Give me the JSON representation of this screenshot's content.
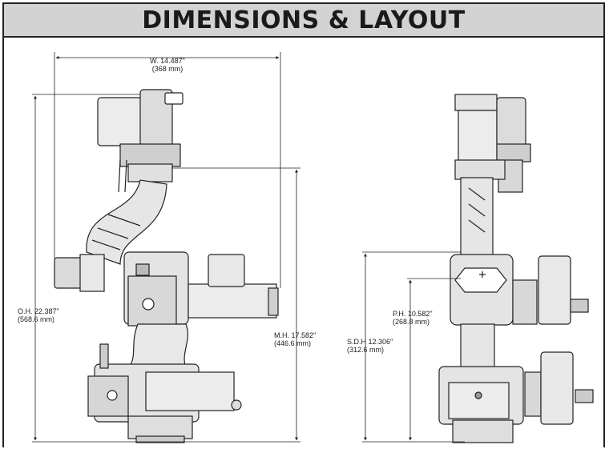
{
  "title": "DIMENSIONS & LAYOUT",
  "dimensions": {
    "width": {
      "imperial": "W. 14.487\"",
      "metric": "(368 mm)"
    },
    "overall_height": {
      "imperial": "O.H. 22.387\"",
      "metric": "(568.6 mm)"
    },
    "mount_height": {
      "imperial": "M.H. 17.582\"",
      "metric": "(446.6 mm)"
    },
    "pivot_height": {
      "imperial": "P.H. 10.582\"",
      "metric": "(268.8 mm)"
    },
    "sdh": {
      "imperial": "S.D.H 12.306\"",
      "metric": "(312.6 mm)"
    }
  },
  "colors": {
    "header_bg": "#d3d3d3",
    "line": "#222222",
    "body": "#e8e8e8",
    "dark": "#333333"
  }
}
